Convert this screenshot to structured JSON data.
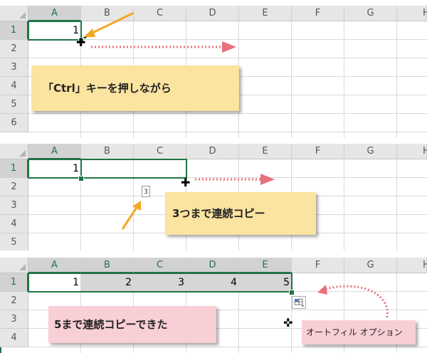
{
  "columns": [
    "A",
    "B",
    "C",
    "D",
    "E",
    "F",
    "G",
    "H"
  ],
  "panel1": {
    "rows": [
      "1",
      "2",
      "3",
      "4",
      "5",
      "6"
    ],
    "cells": {
      "A1": "1"
    },
    "note": "「Ctrl」キーを押しながら"
  },
  "panel2": {
    "rows": [
      "1",
      "2",
      "3",
      "4",
      "5"
    ],
    "cells": {
      "A1": "1"
    },
    "tooltip": "3",
    "note": "3つまで連続コピー"
  },
  "panel3": {
    "rows": [
      "1",
      "2",
      "3",
      "4"
    ],
    "cells": [
      "1",
      "2",
      "3",
      "4",
      "5"
    ],
    "note": "5まで連続コピーできた",
    "option_label": "オートフィル オプション"
  },
  "colors": {
    "excel_green": "#217346",
    "arrow_orange": "#f5a623",
    "arrow_pink": "#e8707a"
  }
}
